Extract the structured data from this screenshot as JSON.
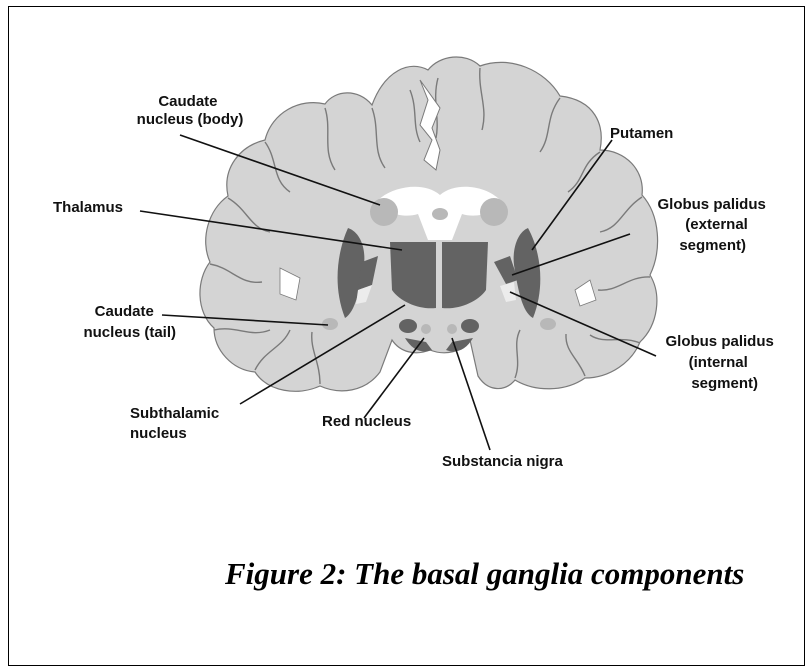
{
  "diagram": {
    "labels": {
      "caudate_body": [
        "Caudate",
        "nucleus (body)"
      ],
      "thalamus": [
        "Thalamus"
      ],
      "caudate_tail": [
        "Caudate",
        "nucleus (tail)"
      ],
      "subthalamic": [
        "Subthalamic",
        "nucleus"
      ],
      "red_nucleus": [
        "Red nucleus"
      ],
      "substancia_nigra": [
        "Substancia nigra"
      ],
      "putamen": [
        "Putamen"
      ],
      "gp_external": [
        "Globus palidus",
        "(external",
        "segment)"
      ],
      "gp_internal": [
        "Globus palidus",
        "(internal",
        "segment)"
      ]
    },
    "colors": {
      "cortex": "#d4d4d4",
      "white_matter": "#ffffff",
      "light_nuclei": "#b8b8b8",
      "dark_nuclei": "#636363",
      "outline": "#7a7a7a"
    }
  },
  "caption": "Figure 2: The basal ganglia components"
}
